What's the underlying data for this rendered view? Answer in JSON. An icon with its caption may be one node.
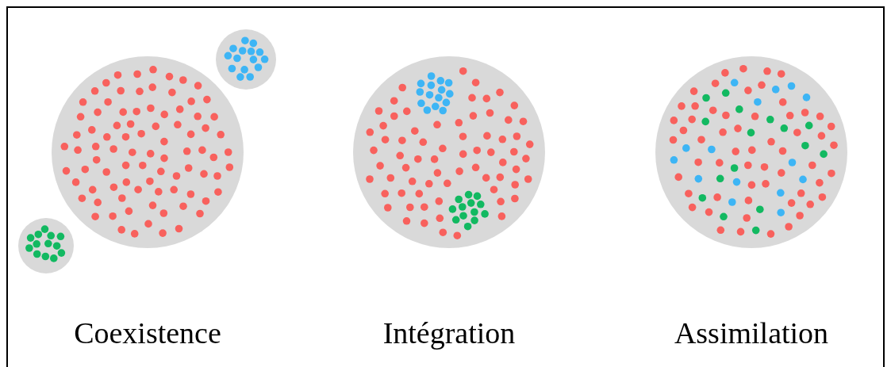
{
  "diagram": {
    "nodes": [
      {
        "text": [],
        "shape": "circle",
        "beside": [
          "Coexistence"
        ]
      },
      {
        "text": [],
        "shape": "circle"
      },
      {
        "text": [],
        "shape": "circle"
      },
      {
        "text": [],
        "shape": "circle",
        "beside": [
          "Intégration"
        ]
      },
      {
        "text": [],
        "shape": "circle",
        "beside": [
          "Assimilation"
        ]
      }
    ],
    "edges": []
  }
}
